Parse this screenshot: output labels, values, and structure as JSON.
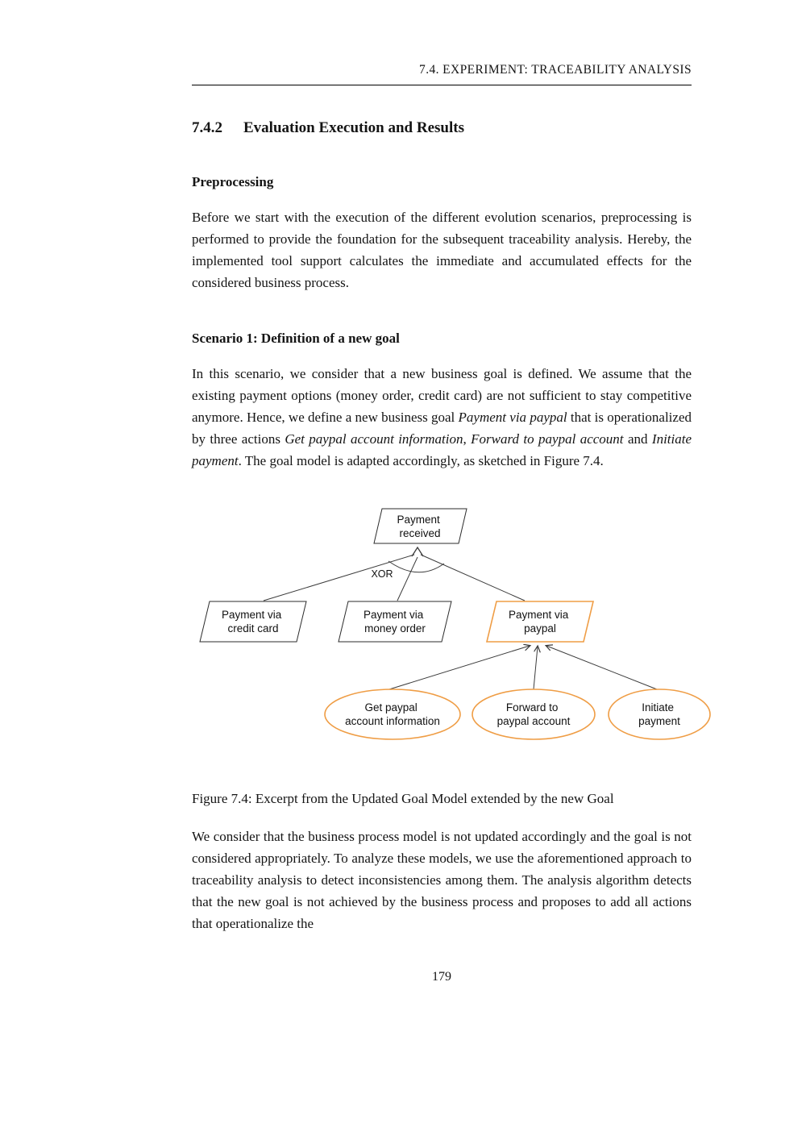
{
  "page": {
    "running_header": "7.4. EXPERIMENT: TRACEABILITY ANALYSIS",
    "page_number": "179"
  },
  "section_heading": {
    "number": "7.4.2",
    "title": "Evaluation Execution and Results"
  },
  "preprocessing": {
    "heading": "Preprocessing",
    "paragraph": "Before we start with the execution of the different evolution scenarios, preprocessing is performed to provide the foundation for the subsequent traceability analysis. Hereby, the implemented tool support calculates the immediate and accumulated effects for the considered business process."
  },
  "scenario": {
    "heading": "Scenario 1: Definition of a new goal",
    "segments": {
      "s0": "In this scenario, we consider that a new business goal is defined. We assume that the existing payment options (money order, credit card) are not sufficient to stay competitive anymore. Hence, we define a new business goal ",
      "s1": "Payment via paypal",
      "s2": " that is operationalized by three actions ",
      "s3": "Get paypal account information",
      "s4": ", ",
      "s5": "Forward to paypal account",
      "s6": " and ",
      "s7": "Initiate payment",
      "s8": ". The goal model is adapted accordingly, as sketched in Figure 7.4."
    }
  },
  "figure": {
    "caption": "Figure 7.4: Excerpt from the Updated Goal Model extended by the new Goal",
    "xor_label": "XOR",
    "colors": {
      "accent": "#ef9d45",
      "xor": "#3a7d35",
      "line": "#3b3b3b"
    },
    "nodes": {
      "payment_received": {
        "line1": "Payment",
        "line2": "received"
      },
      "credit_card": {
        "line1": "Payment via",
        "line2": "credit card"
      },
      "money_order": {
        "line1": "Payment via",
        "line2": "money order"
      },
      "paypal": {
        "line1": "Payment via",
        "line2": "paypal"
      },
      "get_account": {
        "line1": "Get paypal",
        "line2": "account information"
      },
      "forward": {
        "line1": "Forward to",
        "line2": "paypal account"
      },
      "initiate": {
        "line1": "Initiate",
        "line2": "payment"
      }
    }
  },
  "closing": {
    "paragraph": "We consider that the business process model is not updated accordingly and the goal is not considered appropriately. To analyze these models, we use the aforementioned approach to traceability analysis to detect inconsistencies among them. The analysis algorithm detects that the new goal is not achieved by the business process and proposes to add all actions that operationalize the"
  }
}
